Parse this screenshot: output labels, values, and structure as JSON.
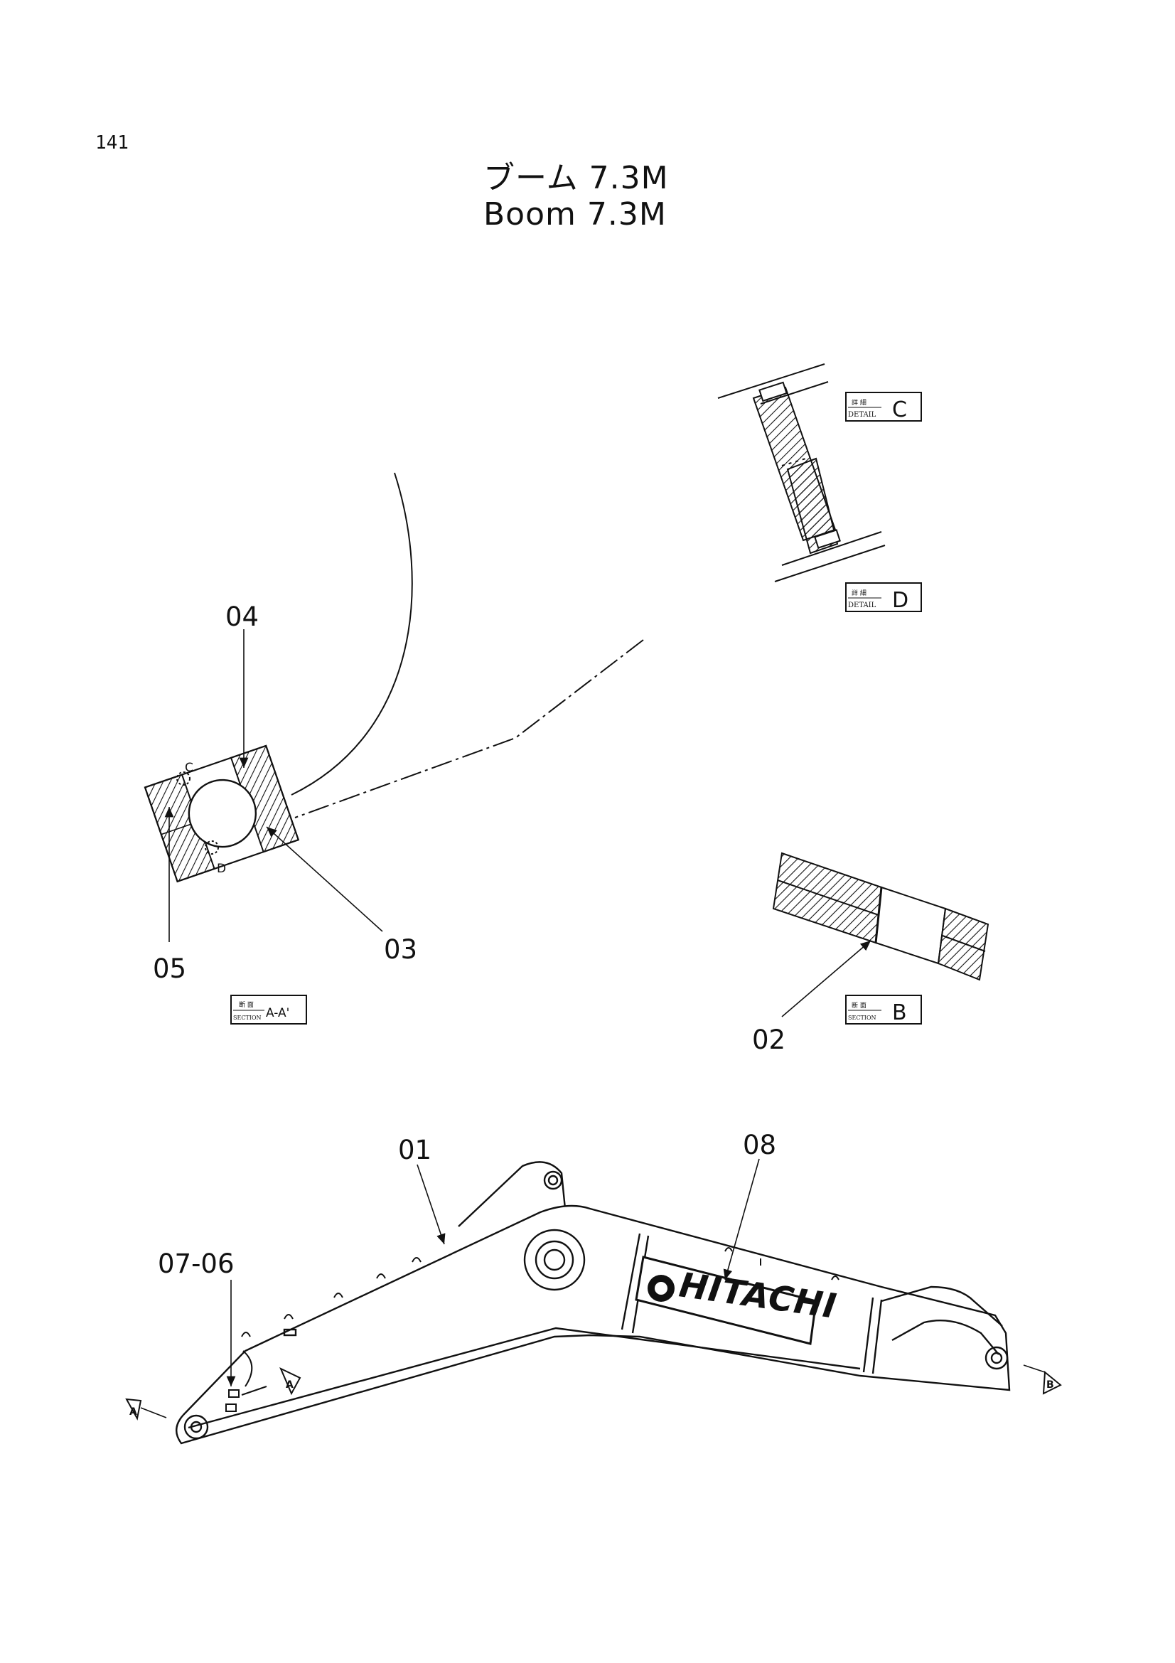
{
  "page": {
    "number": "141"
  },
  "title": {
    "japanese": "ブーム 7.3M",
    "english": "Boom 7.3M"
  },
  "callouts": {
    "c01": "01",
    "c02": "02",
    "c03": "03",
    "c04": "04",
    "c05": "05",
    "c0706": "07-06",
    "c08": "08"
  },
  "detail_letters": {
    "c": "C",
    "d": "D"
  },
  "badges": {
    "section_a": {
      "top": "断 面",
      "bottom": "SECTION",
      "label": "A-A'"
    },
    "section_b": {
      "top": "断 面",
      "bottom": "SECTION",
      "label": "B"
    },
    "detail_c": {
      "top": "詳 細",
      "bottom": "DETAIL",
      "label": "C"
    },
    "detail_d": {
      "top": "詳 細",
      "bottom": "DETAIL",
      "label": "D"
    }
  },
  "section_arrows": {
    "a": "A",
    "b": "B"
  },
  "logo": {
    "text": "HITACHI"
  },
  "colors": {
    "ink": "#111111",
    "paper": "#ffffff",
    "logo_bg": "#ffffff"
  }
}
